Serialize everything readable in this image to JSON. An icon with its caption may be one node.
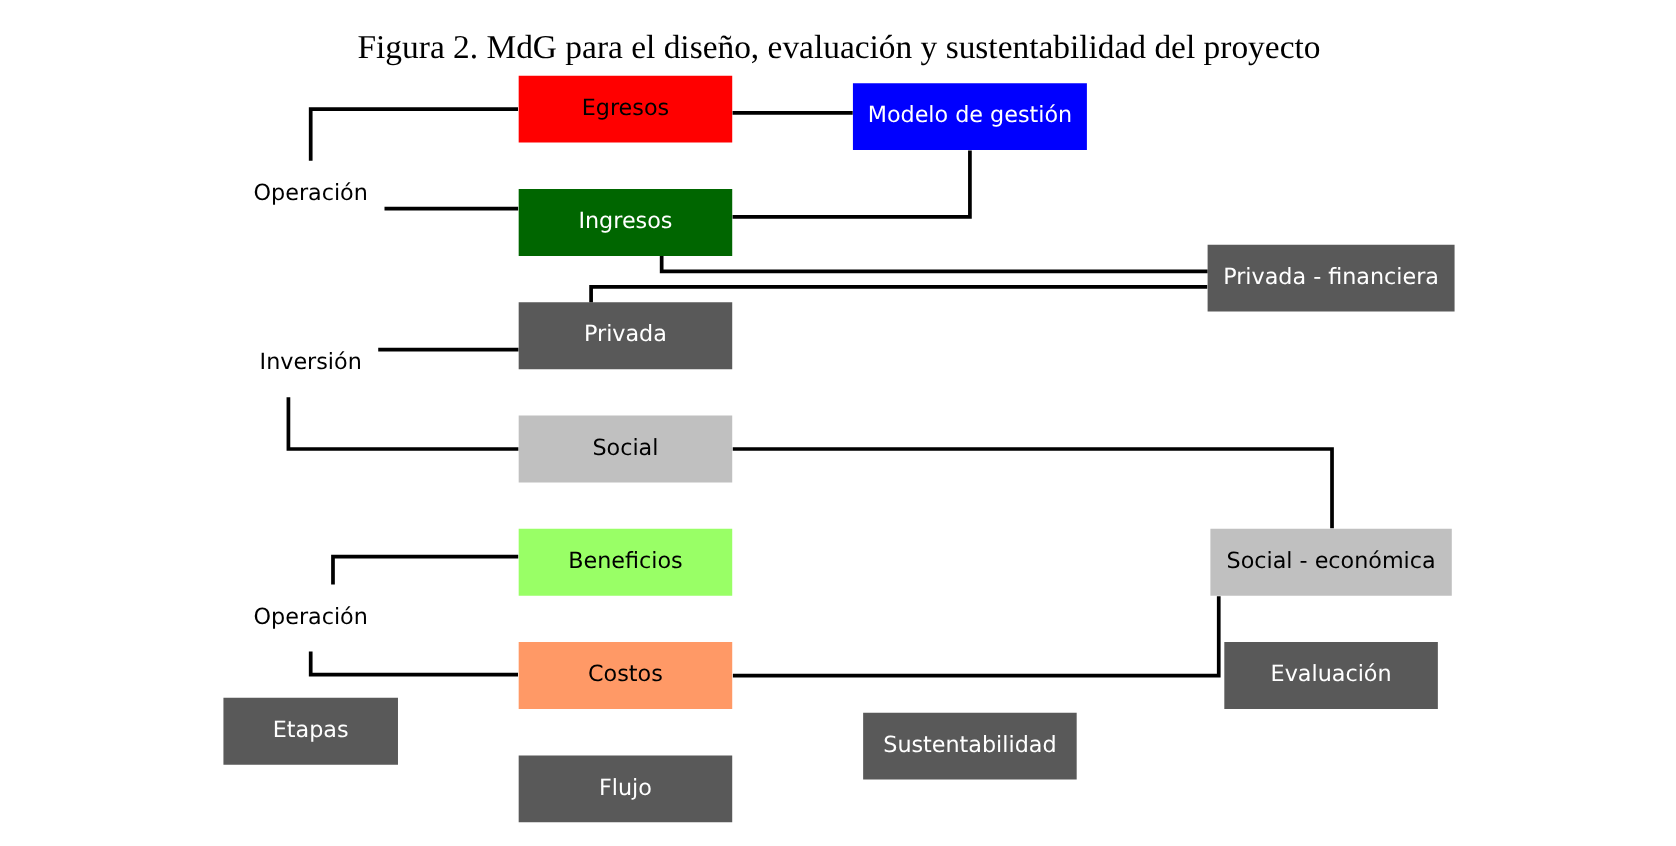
{
  "diagram": {
    "title": "Figura 2. MdG para el diseño, evaluación y sustentabilidad del proyecto",
    "nodes": [
      {
        "text": [
          "Etapas"
        ]
      },
      {
        "text": [
          "Flujo"
        ]
      },
      {
        "text": [
          "Sustentabilidad"
        ]
      },
      {
        "text": [
          "Evaluación"
        ]
      },
      {
        "text": [
          "Operación"
        ]
      },
      {
        "text": [
          "Ingresos"
        ]
      },
      {
        "text": [
          "Egresos"
        ]
      },
      {
        "text": [
          "Modelo de gestión"
        ]
      },
      {
        "text": [
          "Privada - financiera"
        ]
      },
      {
        "text": [
          "Inversión"
        ]
      },
      {
        "text": [
          "Privada"
        ]
      },
      {
        "text": [
          "Social"
        ]
      },
      {
        "text": [
          "Social - económica"
        ]
      },
      {
        "text": [
          "Operación"
        ]
      },
      {
        "text": [
          "Beneficios"
        ]
      },
      {
        "text": [
          "Costos"
        ]
      }
    ],
    "edges": [
      {
        "from": 4,
        "to": 5,
        "arrow": "none"
      },
      {
        "from": 4,
        "to": 6,
        "arrow": "none"
      },
      {
        "from": 5,
        "to": 7,
        "arrow": "none"
      },
      {
        "from": 6,
        "to": 7,
        "arrow": "none"
      },
      {
        "from": 5,
        "to": 8,
        "arrow": "none"
      },
      {
        "from": 10,
        "to": 8,
        "arrow": "none"
      },
      {
        "from": 9,
        "to": 10,
        "arrow": "none"
      },
      {
        "from": 9,
        "to": 11,
        "arrow": "none"
      },
      {
        "from": 13,
        "to": 14,
        "arrow": "none"
      },
      {
        "from": 13,
        "to": 15,
        "arrow": "none"
      },
      {
        "from": 11,
        "to": 12,
        "arrow": "none"
      },
      {
        "from": 15,
        "to": 12,
        "arrow": "none"
      }
    ]
  }
}
